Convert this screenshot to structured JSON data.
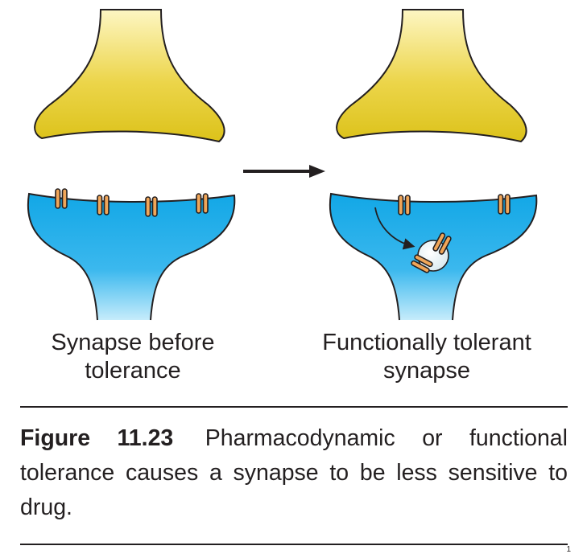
{
  "panels": {
    "left_label_line1": "Synapse before",
    "left_label_line2": "tolerance",
    "right_label_line1": "Functionally tolerant",
    "right_label_line2": "synapse"
  },
  "caption": {
    "figure_number": "Figure 11.23",
    "text": "Pharmacodynamic or functional tolerance causes a synapse to be less sensitive to drug."
  },
  "page_mark": "1",
  "colors": {
    "presynaptic_top": "#fdf6c3",
    "presynaptic_bottom": "#dcc21a",
    "postsynaptic_top": "#12a7e6",
    "postsynaptic_bottom": "#c6ecfb",
    "receptor": "#f0a659",
    "outline": "#231f20"
  }
}
